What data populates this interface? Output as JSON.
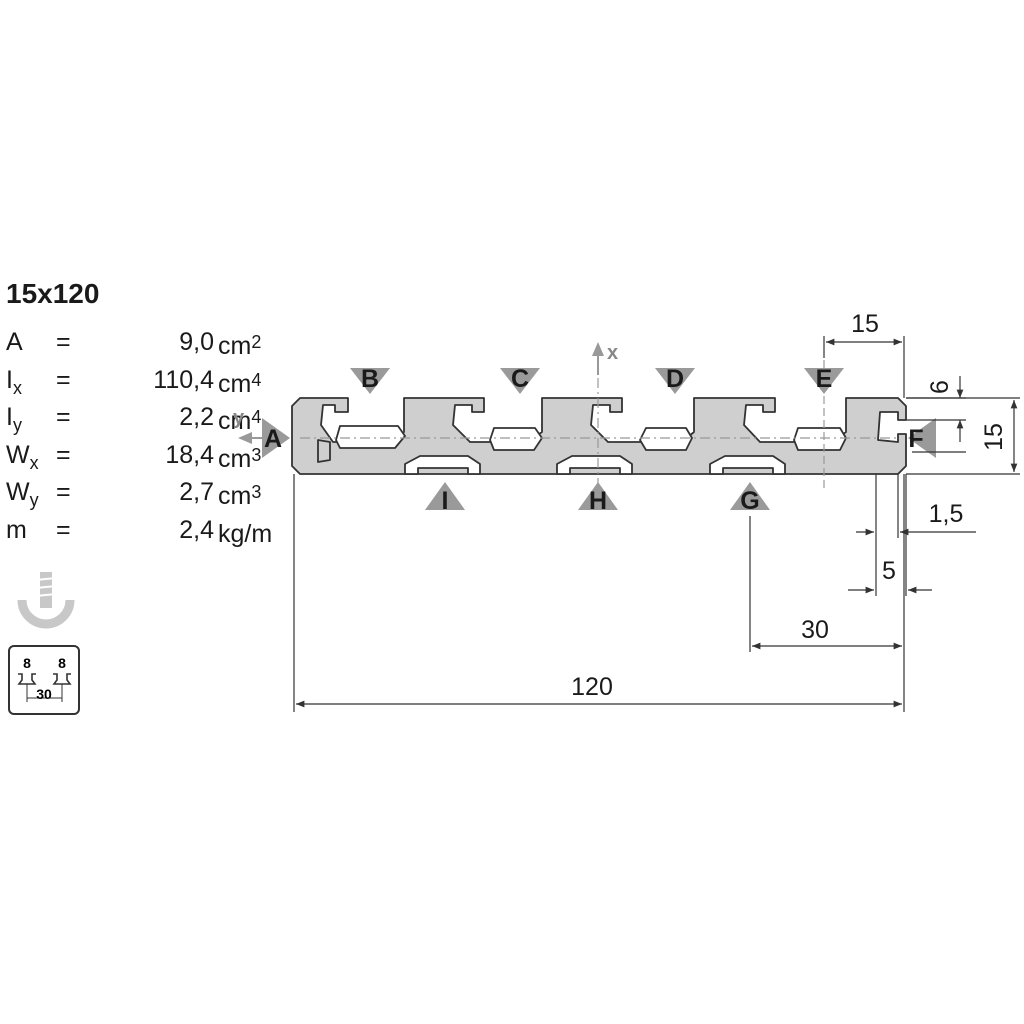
{
  "profile": {
    "title": "15x120",
    "properties": [
      {
        "symbol": "A",
        "sub": "",
        "eq": "=",
        "value": "9,0",
        "unit": "cm",
        "power": "2"
      },
      {
        "symbol": "I",
        "sub": "x",
        "eq": "=",
        "value": "110,4",
        "unit": "cm",
        "power": "4"
      },
      {
        "symbol": "I",
        "sub": "y",
        "eq": "=",
        "value": "2,2",
        "unit": "cm",
        "power": "4"
      },
      {
        "symbol": "W",
        "sub": "x",
        "eq": "=",
        "value": "18,4",
        "unit": "cm",
        "power": "3"
      },
      {
        "symbol": "W",
        "sub": "y",
        "eq": "=",
        "value": "2,7",
        "unit": "cm",
        "power": "3"
      },
      {
        "symbol": "m",
        "sub": "",
        "eq": "=",
        "value": "2,4",
        "unit": "kg/m",
        "power": ""
      }
    ]
  },
  "icon": {
    "slot_left": "8",
    "slot_right": "8",
    "pitch": "30"
  },
  "axes": {
    "x": "x",
    "y": "y"
  },
  "surface_labels": {
    "A": "A",
    "B": "B",
    "C": "C",
    "D": "D",
    "E": "E",
    "F": "F",
    "G": "G",
    "H": "H",
    "I": "I"
  },
  "dimensions": {
    "top_width": "15",
    "slot_opening": "6",
    "height": "15",
    "wall": "1,5",
    "edge": "5",
    "pitch": "30",
    "length": "120"
  },
  "colors": {
    "profile_fill": "#cfcfcf",
    "outline": "#333333",
    "marker": "#9a9a9a",
    "text": "#1a1a1a"
  }
}
